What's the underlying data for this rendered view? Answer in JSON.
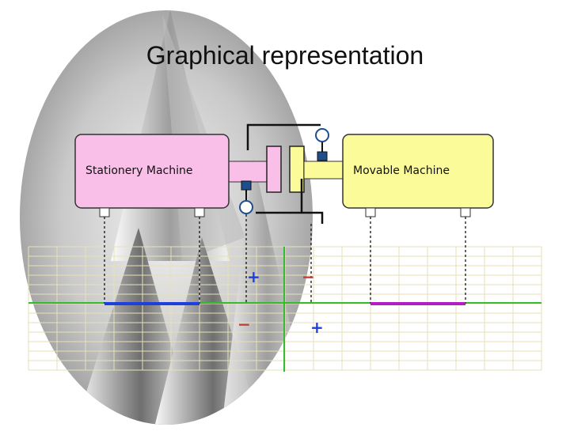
{
  "title": "Graphical representation",
  "machines": {
    "stationary": {
      "label": "Stationery Machine",
      "color": "#f9bfe8"
    },
    "movable": {
      "label": "Movable Machine",
      "color": "#fcfb9a"
    }
  },
  "signs": {
    "plus": "+",
    "minus": "−"
  },
  "colors": {
    "grid_axis": "#33bb33",
    "stationary_line": "#1f3fdc",
    "movable_line": "#b31cc4",
    "plus_sign": "#1f3fdc",
    "minus_sign": "#c43c3c",
    "indicator_blue": "#1f4e8c"
  }
}
